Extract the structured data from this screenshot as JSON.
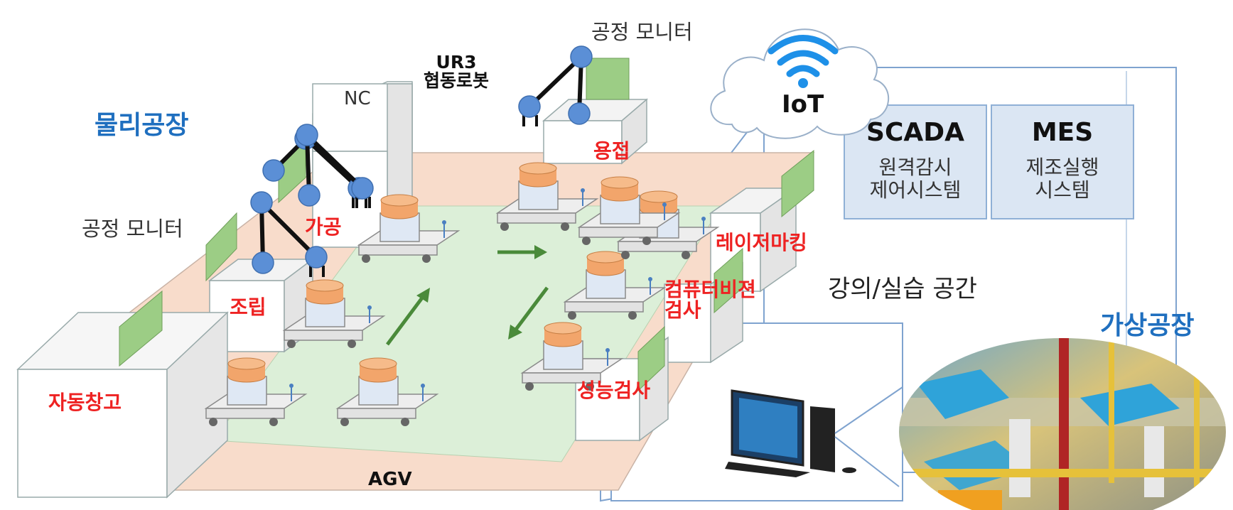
{
  "physical_factory": {
    "title": "물리공장",
    "monitor_label_1": "공정 모니터",
    "monitor_label_2": "공정 모니터",
    "nc_label": "NC",
    "robot_label": "UR3\n협동로봇",
    "stations": {
      "machining": "가공",
      "welding": "용접",
      "assembly": "조립",
      "warehouse": "자동창고",
      "laser_marking": "레이저마킹",
      "vision_inspection": "컴퓨터비젼\n검사",
      "performance_test": "성능검사"
    },
    "agv_label": "AGV"
  },
  "iot": {
    "label": "IoT"
  },
  "systems": {
    "scada": {
      "title": "SCADA",
      "subtitle": "원격감시\n제어시스템"
    },
    "mes": {
      "title": "MES",
      "subtitle": "제조실행\n시스템"
    }
  },
  "lecture_space": {
    "label": "강의/실습 공간"
  },
  "virtual_factory": {
    "title": "가상공장"
  },
  "colors": {
    "accent_blue": "#1f6fbf",
    "station_red": "#ee2222",
    "floor_peach": "#f8dccb",
    "floor_green": "#dcefd8",
    "robot_joint": "#5b8fd6",
    "workpiece": "#f2a56b",
    "monitor_panel": "#9ccd85",
    "system_box": "#dbe6f3",
    "arrow_green": "#4a8a3a"
  }
}
